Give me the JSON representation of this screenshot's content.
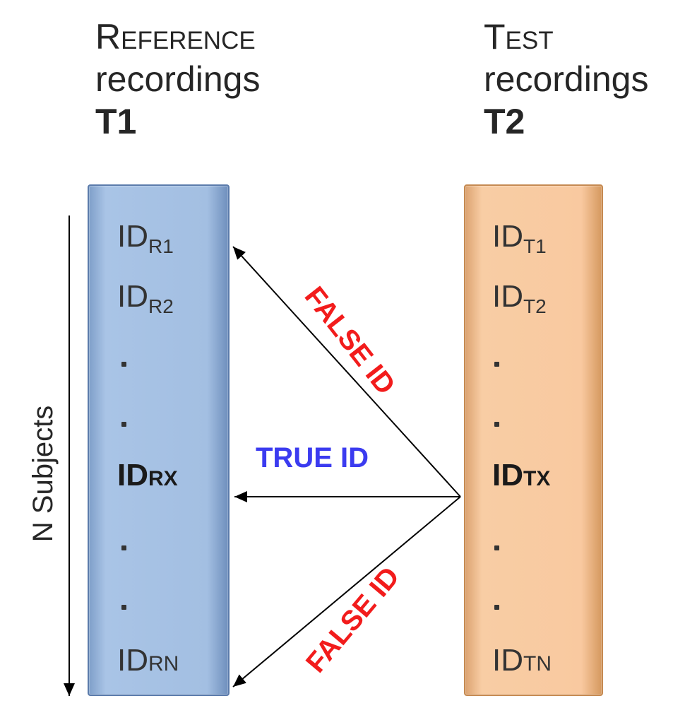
{
  "reference": {
    "title_smallcaps": "Reference",
    "title_word": "recordings",
    "session": "T1",
    "items": {
      "r1_base": "ID",
      "r1_sub": "R1",
      "r2_base": "ID",
      "r2_sub": "R2",
      "dot": ".",
      "rx_base": "ID",
      "rx_sub": "RX",
      "rn_base": "ID",
      "rn_sub": "RN"
    }
  },
  "test": {
    "title_smallcaps": "Test",
    "title_word": "recordings",
    "session": "T2",
    "items": {
      "t1_base": "ID",
      "t1_sub": "T1",
      "t2_base": "ID",
      "t2_sub": "T2",
      "dot": ".",
      "tx_base": "ID",
      "tx_sub": "TX",
      "tn_base": "ID",
      "tn_sub": "TN"
    }
  },
  "arrows": {
    "true_label": "TRUE ID",
    "false_label_top": "FALSE ID",
    "false_label_bottom": "FALSE ID"
  },
  "axis": {
    "subjects_label": "N Subjects"
  },
  "colors": {
    "reference_fill": "#a3bfe2",
    "test_fill": "#f9c9a0",
    "true_id": "#3b3bf0",
    "false_id": "#f21c1c"
  }
}
